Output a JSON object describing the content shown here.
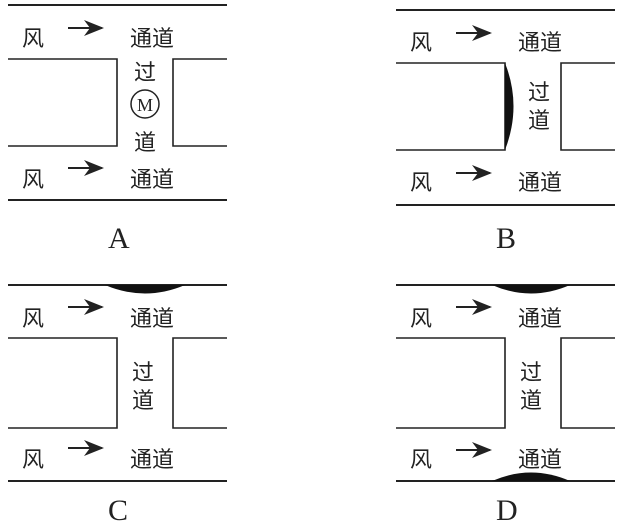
{
  "panels": [
    {
      "id": "A",
      "label": "A",
      "wind": "风",
      "top_channel": "通道",
      "bottom_channel": "通道",
      "passage_chars": [
        "过",
        "道"
      ],
      "device": "M",
      "bulge": "none"
    },
    {
      "id": "B",
      "label": "B",
      "wind": "风",
      "top_channel": "通道",
      "bottom_channel": "通道",
      "passage_chars": [
        "过",
        "道"
      ],
      "bulge": "left-block-right-side"
    },
    {
      "id": "C",
      "label": "C",
      "wind": "风",
      "top_channel": "通道",
      "bottom_channel": "通道",
      "passage_chars": [
        "过",
        "道"
      ],
      "bulge": "top-wall-downward"
    },
    {
      "id": "D",
      "label": "D",
      "wind": "风",
      "top_channel": "通道",
      "bottom_channel": "通道",
      "passage_chars": [
        "过",
        "道"
      ],
      "bulge": "top-wall-downward-and-bottom-wall-upward"
    }
  ],
  "arrow_icon": "right-arrow"
}
